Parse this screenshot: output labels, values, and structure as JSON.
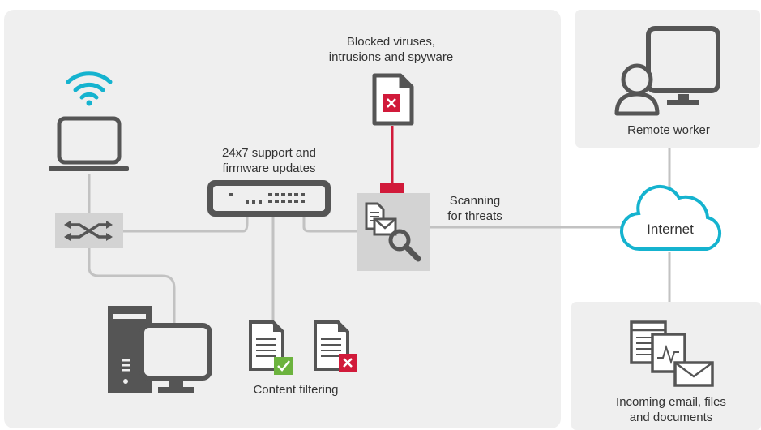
{
  "labels": {
    "blocked": "Blocked viruses,\nintrusions and spyware",
    "support": "24x7 support and\nfirmware updates",
    "scanning": "Scanning\nfor threats",
    "content_filtering": "Content filtering",
    "remote_worker": "Remote worker",
    "internet": "Internet",
    "incoming": "Incoming email, files\nand documents"
  },
  "colors": {
    "panel": "#efefef",
    "line": "#c2c2c2",
    "icon": "#555555",
    "alert": "#d11a3a",
    "ok": "#6cb33e",
    "wifi": "#15b3cf",
    "cloud": "#15b3cf"
  },
  "icons": [
    "wifi-icon",
    "laptop-icon",
    "switch-icon",
    "desktop-computer-icon",
    "firewall-appliance-icon",
    "blocked-file-icon",
    "scanner-icon",
    "approved-document-icon",
    "rejected-document-icon",
    "remote-worker-icon",
    "cloud-icon",
    "incoming-documents-icon"
  ]
}
